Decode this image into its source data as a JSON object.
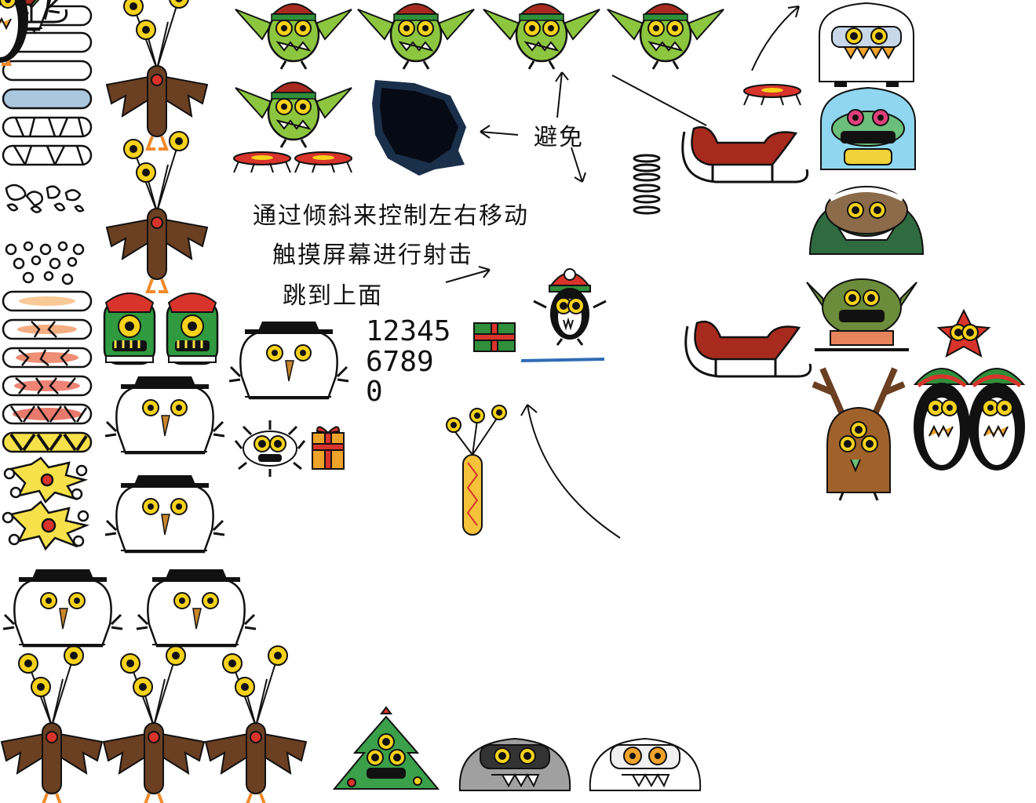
{
  "instructions": {
    "tilt": "通过倾斜来控制左右移动",
    "touch": "触摸屏幕进行射击",
    "jump": "跳到上面",
    "avoid": "避免"
  },
  "digits": {
    "row1": "12345",
    "row2": "6789",
    "row3": "0"
  },
  "colors": {
    "outline": "#111111",
    "goblin_green": "#8cc63f",
    "sleigh_red": "#a82a1e",
    "owl_brown": "#6b3f22",
    "eye_yellow": "#f6d21a",
    "gift_green": "#2f8f3a",
    "trampoline_red": "#d9342b",
    "tree_green": "#3aa04a",
    "yeti_blue": "#8fd6f0",
    "platform_blue": "#a9c8e0"
  },
  "sprites": [
    "platform-icon",
    "broken-platform-icon",
    "snowball-icon",
    "fire-platform-icon",
    "explosion-icon",
    "owl-monster-icon",
    "cyclops-monster-icon",
    "snowman-monster-icon",
    "goblin-monster-icon",
    "black-hole-icon",
    "trampoline-icon",
    "spring-icon",
    "sleigh-icon",
    "yeti-monster-icon",
    "reindeer-monster-icon",
    "penguin-elf-icon",
    "gift-icon",
    "christmas-tree-monster-icon",
    "player-doodler-icon"
  ]
}
